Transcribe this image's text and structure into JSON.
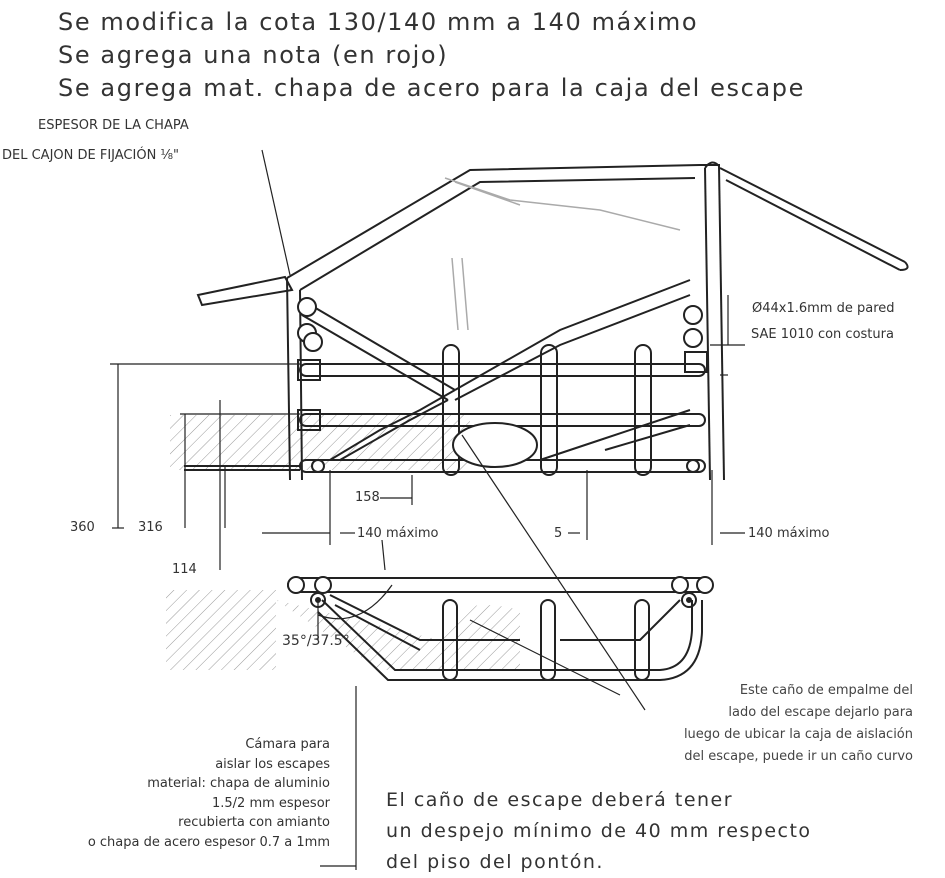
{
  "header": {
    "line1": "Se modifica  la cota 130/140 mm  a 140 máximo",
    "line2": "Se agrega una nota (en rojo)",
    "line3": "Se agrega mat. chapa de acero para la caja del escape"
  },
  "labels": {
    "espesor_line1": "ESPESOR DE LA CHAPA",
    "espesor_line2": "DEL CAJON DE FIJACIÓN ⅛\"",
    "tube_spec_line1": "Ø44x1.6mm de pared",
    "tube_spec_line2": "SAE 1010 con costura"
  },
  "dimensions": {
    "d360": "360",
    "d316": "316",
    "d114": "114",
    "d158": "158",
    "d5": "5",
    "left_max": "140 máximo",
    "right_max": "140 máximo",
    "angle": "35°/37.5°"
  },
  "exhaust_note": {
    "line1": "Este caño de empalme del",
    "line2": "lado del escape dejarlo para",
    "line3": "luego de ubicar la caja de aislación",
    "line4": "del escape, puede ir un caño curvo"
  },
  "camera_note": {
    "line1": "Cámara para",
    "line2": "aislar los escapes",
    "line3": "material: chapa de aluminio",
    "line4": "1.5/2 mm espesor",
    "line5": "recubierta con amianto",
    "line6": "o chapa de acero espesor 0.7 a 1mm"
  },
  "bottom_note": {
    "line1": "El caño de escape deberá tener",
    "line2": "un despejo mínimo de 40 mm respecto",
    "line3": "del piso del pontón."
  }
}
